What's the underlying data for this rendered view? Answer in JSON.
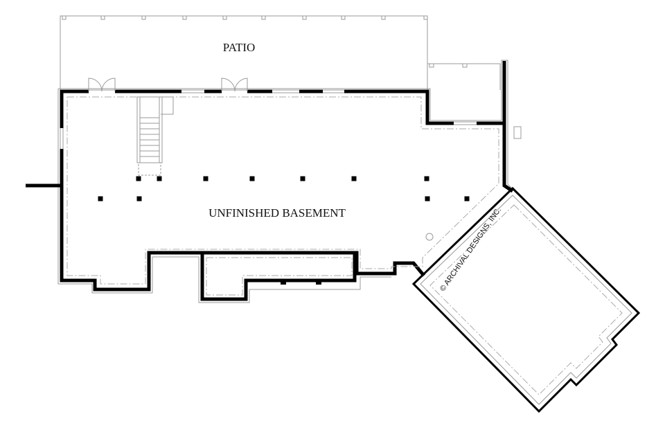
{
  "rooms": {
    "patio": "PATIO",
    "basement": "UNFINISHED BASEMENT"
  },
  "copyright": "© ARCHIVAL DESIGNS, INC.",
  "colors": {
    "wall": "#000000",
    "outline": "#999999",
    "background": "#ffffff"
  }
}
